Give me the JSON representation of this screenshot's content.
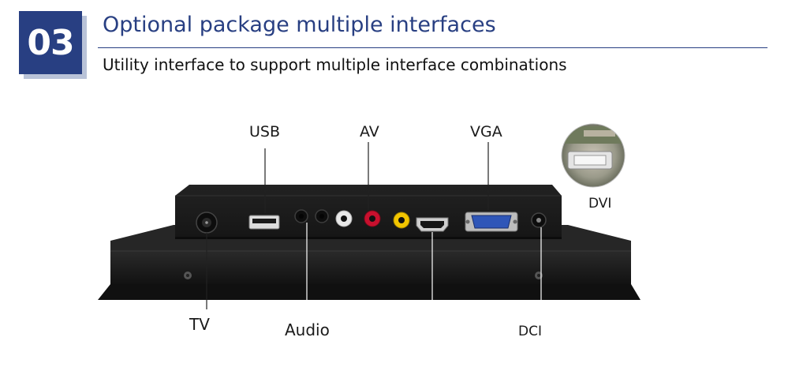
{
  "header": {
    "badge_number": "03",
    "title": "Optional package multiple interfaces",
    "subtitle": "Utility interface to support multiple interface combinations"
  },
  "ports": {
    "usb": "USB",
    "av": "AV",
    "vga": "VGA",
    "dvi": "DVI",
    "tv": "TV",
    "audio": "Audio",
    "dc": "DCI"
  },
  "colors": {
    "brand_blue": "#283f82",
    "device_black": "#1c1c1c",
    "rca_red": "#c8102e",
    "rca_yellow": "#f2c500",
    "rca_white": "#e8e8e8",
    "vga_blue": "#2f56b8"
  }
}
